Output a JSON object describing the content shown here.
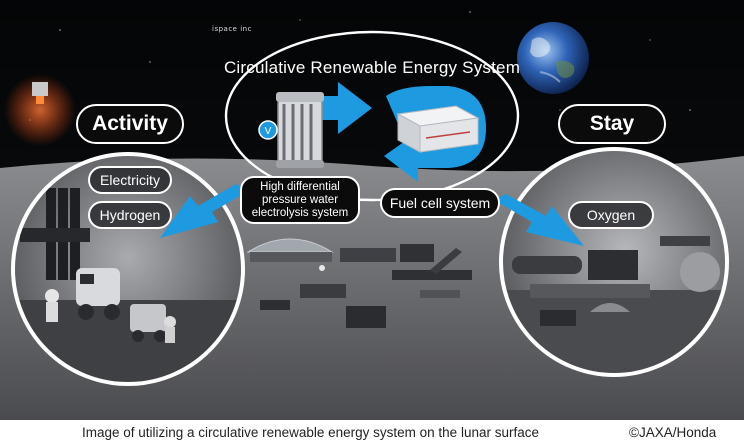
{
  "title": "Circulative Renewable Energy System",
  "activity": {
    "label": "Activity",
    "items": [
      "Electricity",
      "Hydrogen"
    ]
  },
  "stay": {
    "label": "Stay",
    "items": [
      "Oxygen"
    ]
  },
  "components": {
    "electrolysis": "High differential pressure water electrolysis system",
    "fuel_cell": "Fuel cell system"
  },
  "logo_text": "ispace inc",
  "caption": "Image of utilizing a circulative renewable energy system on the lunar surface",
  "credit": "©JAXA/Honda",
  "colors": {
    "arrow_blue": "#1e9be0",
    "sky": "#050608",
    "ground": "#6d6e72"
  },
  "icons": [
    "earth-icon",
    "electrolysis-stack-icon",
    "fuel-cell-box-icon"
  ]
}
